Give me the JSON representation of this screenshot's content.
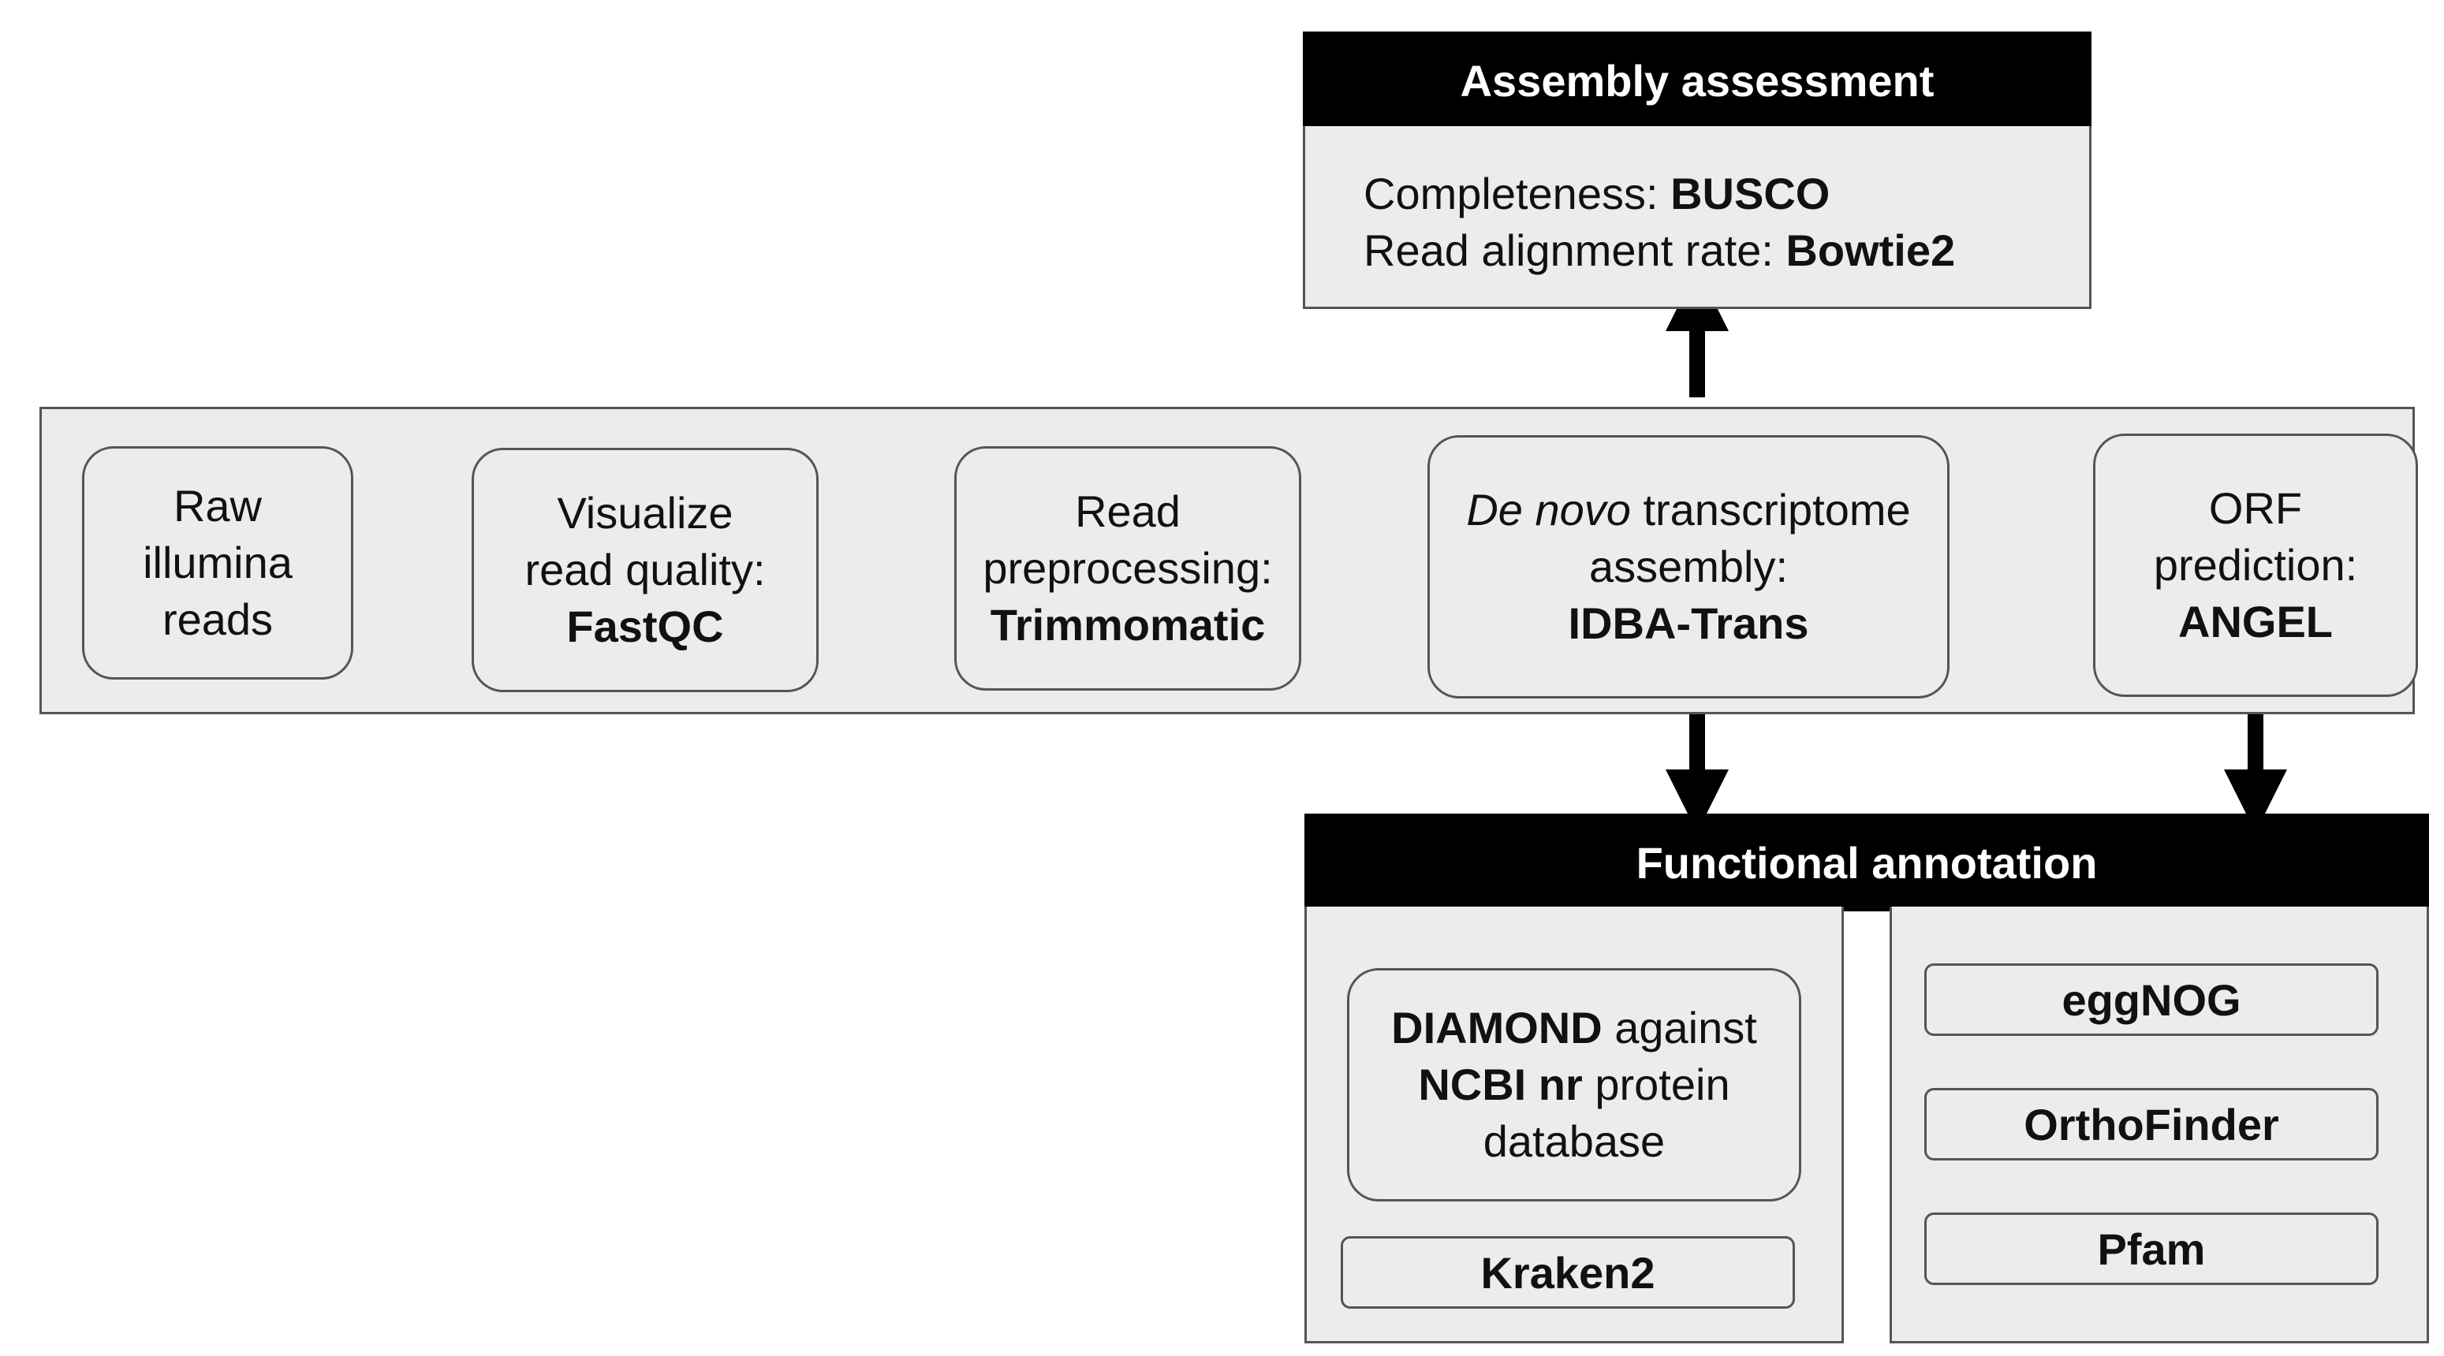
{
  "pipeline": {
    "raw_reads": [
      "Raw",
      "illumina",
      "reads"
    ],
    "visualize": {
      "line1": "Visualize",
      "line2": "read quality:",
      "tool": "FastQC"
    },
    "preprocess": {
      "line1": "Read",
      "line2": "preprocessing:",
      "tool": "Trimmomatic"
    },
    "assembly": {
      "italic": "De novo",
      "rest": " transcriptome",
      "line2": "assembly:",
      "tool": "IDBA-Trans"
    },
    "orf": {
      "line1": "ORF",
      "line2": "prediction:",
      "tool": "ANGEL"
    }
  },
  "assessment": {
    "title": "Assembly assessment",
    "completeness_label": "Completeness: ",
    "completeness_tool": "BUSCO",
    "alignment_label": "Read alignment rate: ",
    "alignment_tool": "Bowtie2"
  },
  "annotation": {
    "title": "Functional annotation",
    "diamond": {
      "tool1": "DIAMOND",
      "text1": " against",
      "tool2": "NCBI nr",
      "text2": " protein",
      "text3": "database"
    },
    "kraken": "Kraken2",
    "eggnog": "eggNOG",
    "orthofinder": "OrthoFinder",
    "pfam": "Pfam"
  },
  "colors": {
    "box_fill": "#ececec",
    "border": "#555555",
    "header": "#000000",
    "arrow": "#000000"
  }
}
